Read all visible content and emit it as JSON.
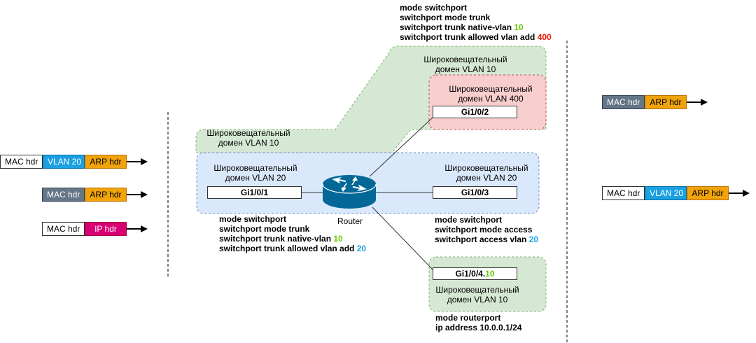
{
  "colors": {
    "vlan10_fill": "#d5e8d4",
    "vlan10_stroke": "#82b366",
    "vlan20_fill": "#dae8fc",
    "vlan20_stroke": "#6c8ebf",
    "vlan400_fill": "#f8cecc",
    "vlan400_stroke": "#b85450",
    "native_vlan": "#66cc00",
    "vlan20_accent": "#1ba1e2",
    "vlan400_accent": "#e51400",
    "router": "#036897"
  },
  "domains": {
    "vlan10_top": {
      "line1": "Широковещательный",
      "line2": "домен VLAN 10"
    },
    "vlan10_left": {
      "line1": "Широковещательный",
      "line2": "домен VLAN 10"
    },
    "vlan400": {
      "line1": "Широковещательный",
      "line2": "домен VLAN 400"
    },
    "vlan20_left": {
      "line1": "Широковещательный",
      "line2": "домен VLAN 20"
    },
    "vlan20_right": {
      "line1": "Широковещательный",
      "line2": "домен VLAN 20"
    },
    "vlan10_bottom": {
      "line1": "Широковещательный",
      "line2": "домен VLAN 10"
    }
  },
  "router": {
    "label": "Router"
  },
  "ports": {
    "gi1": "Gi1/0/1",
    "gi2": "Gi1/0/2",
    "gi3": "Gi1/0/3",
    "gi4_prefix": "Gi1/0/4.",
    "gi4_suffix": "10"
  },
  "configs": {
    "gi2": {
      "l1": "mode switchport",
      "l2": "switchport mode trunk",
      "l3": "switchport trunk native-vlan ",
      "l3_val": "10",
      "l4": "switchport trunk allowed vlan add ",
      "l4_val": "400"
    },
    "gi1": {
      "l1": "mode switchport",
      "l2": "switchport mode trunk",
      "l3": "switchport trunk native-vlan ",
      "l3_val": "10",
      "l4": "switchport trunk allowed vlan add ",
      "l4_val": "20"
    },
    "gi3": {
      "l1": "mode switchport",
      "l2": "switchport mode access",
      "l3": "switchport access vlan ",
      "l3_val": "20"
    },
    "gi4": {
      "l1": "mode routerport",
      "l2": "ip address 10.0.0.1/24"
    }
  },
  "packets": {
    "left": [
      {
        "segments": [
          "MAC hdr",
          "VLAN 20",
          "ARP hdr"
        ]
      },
      {
        "segments": [
          "MAC hdr",
          "ARP hdr"
        ]
      },
      {
        "segments": [
          "MAC hdr",
          "IP hdr"
        ]
      }
    ],
    "right": [
      {
        "segments": [
          "MAC hdr",
          "ARP hdr"
        ]
      },
      {
        "segments": [
          "MAC hdr",
          "VLAN 20",
          "ARP hdr"
        ]
      }
    ]
  }
}
